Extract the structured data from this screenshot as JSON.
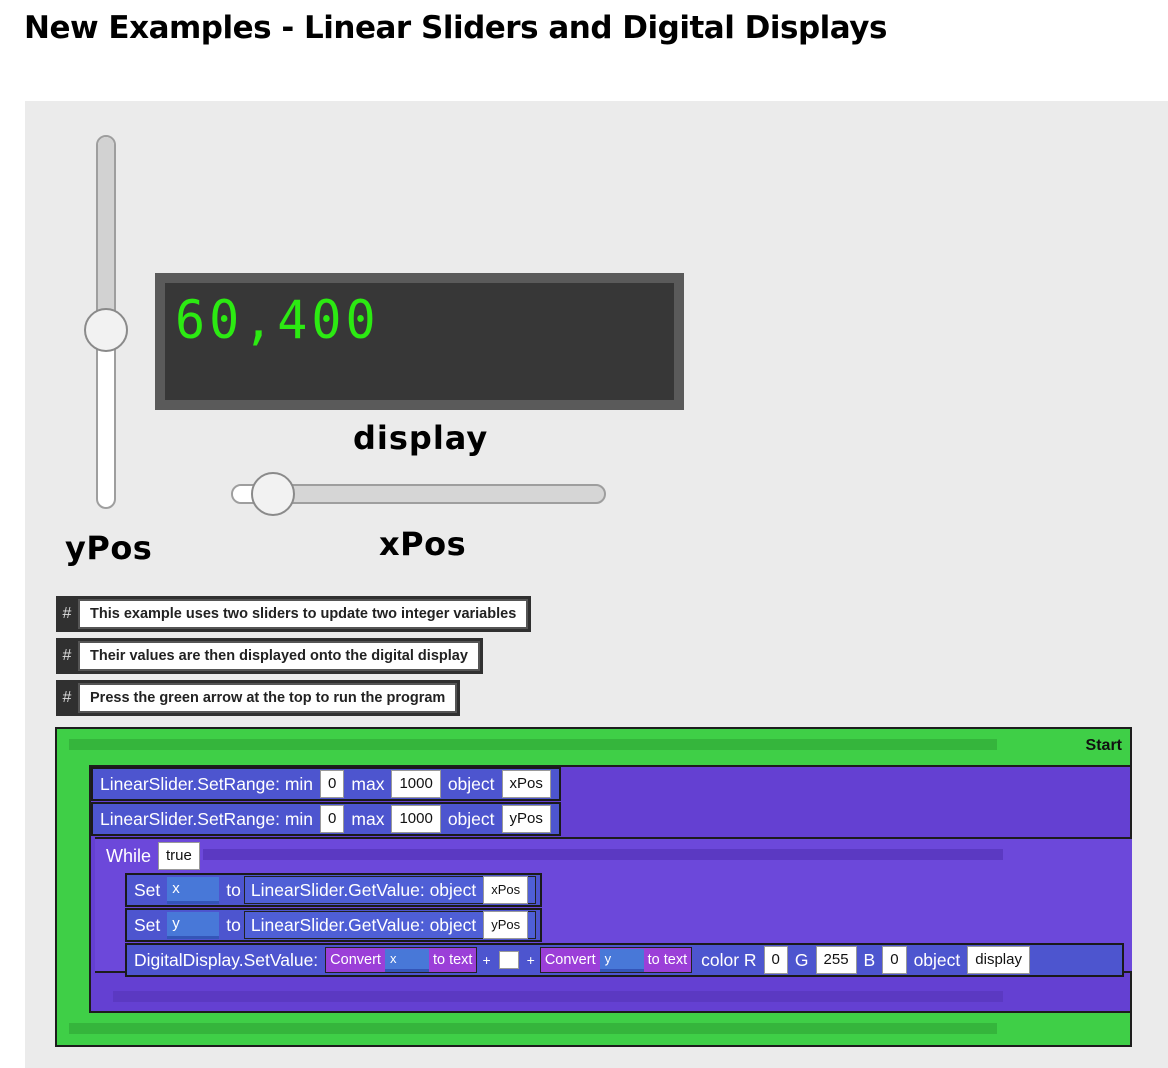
{
  "page": {
    "title": "New Examples - Linear Sliders and Digital Displays"
  },
  "sliders": {
    "y": {
      "label": "yPos",
      "level": 0.42
    },
    "x": {
      "label": "xPos",
      "level": 0.06
    }
  },
  "display": {
    "value": "60,400",
    "label": "display",
    "color": "#2cea12"
  },
  "comments": [
    {
      "hash": "#",
      "text": "This example uses two sliders to update two integer variables"
    },
    {
      "hash": "#",
      "text": "Their values are then displayed onto the digital display"
    },
    {
      "hash": "#",
      "text": "Press the green arrow at the top to run the program"
    }
  ],
  "program": {
    "start_label": "Start",
    "set_range_1": {
      "label": "LinearSlider.SetRange: min",
      "min": "0",
      "max_label": "max",
      "max": "1000",
      "object_label": "object",
      "object": "xPos"
    },
    "set_range_2": {
      "label": "LinearSlider.SetRange: min",
      "min": "0",
      "max_label": "max",
      "max": "1000",
      "object_label": "object",
      "object": "yPos"
    },
    "while": {
      "label": "While",
      "condition": "true"
    },
    "set_x": {
      "set_label": "Set",
      "var": "x",
      "to_label": "to",
      "getter": "LinearSlider.GetValue: object",
      "object": "xPos"
    },
    "set_y": {
      "set_label": "Set",
      "var": "y",
      "to_label": "to",
      "getter": "LinearSlider.GetValue: object",
      "object": "yPos"
    },
    "digital": {
      "label": "DigitalDisplay.SetValue:",
      "convert_label": "Convert",
      "to_text_label": "to text",
      "plus": "+",
      "var_x": "x",
      "var_y": "y",
      "color_r_label": "color R",
      "r": "0",
      "g_label": "G",
      "g": "255",
      "b_label": "B",
      "b": "0",
      "object_label": "object",
      "object": "display"
    }
  },
  "colors": {
    "start_green": "#3fcf47",
    "block_purple": "#6440d2",
    "block_blue": "#4d55cf",
    "convert_purple": "#9b3fd8"
  }
}
